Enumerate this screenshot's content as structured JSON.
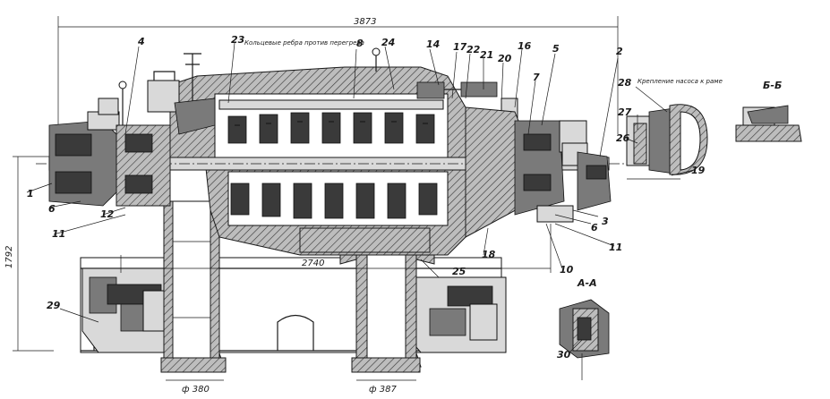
{
  "dimensions": {
    "overall_length": "3873",
    "height": "1792",
    "support_span": "2740",
    "left_support_width": "ф 380",
    "right_support_width": "ф 387"
  },
  "notes": {
    "top_note": "Кольцевые ребра против перегрева",
    "mounting_note": "Крепление насоса к раме"
  },
  "section_labels": {
    "section_aa": "А-А",
    "section_bb": "Б-Б"
  },
  "callouts": [
    "1",
    "2",
    "3",
    "4",
    "5",
    "6",
    "7",
    "8",
    "11",
    "12",
    "14",
    "16",
    "17",
    "18",
    "19",
    "20",
    "21",
    "22",
    "23",
    "24",
    "25",
    "26",
    "27",
    "28",
    "29",
    "30",
    "6",
    "10",
    "11"
  ],
  "colors": {
    "ink": "#1a1a1a",
    "paper": "#ffffff"
  }
}
